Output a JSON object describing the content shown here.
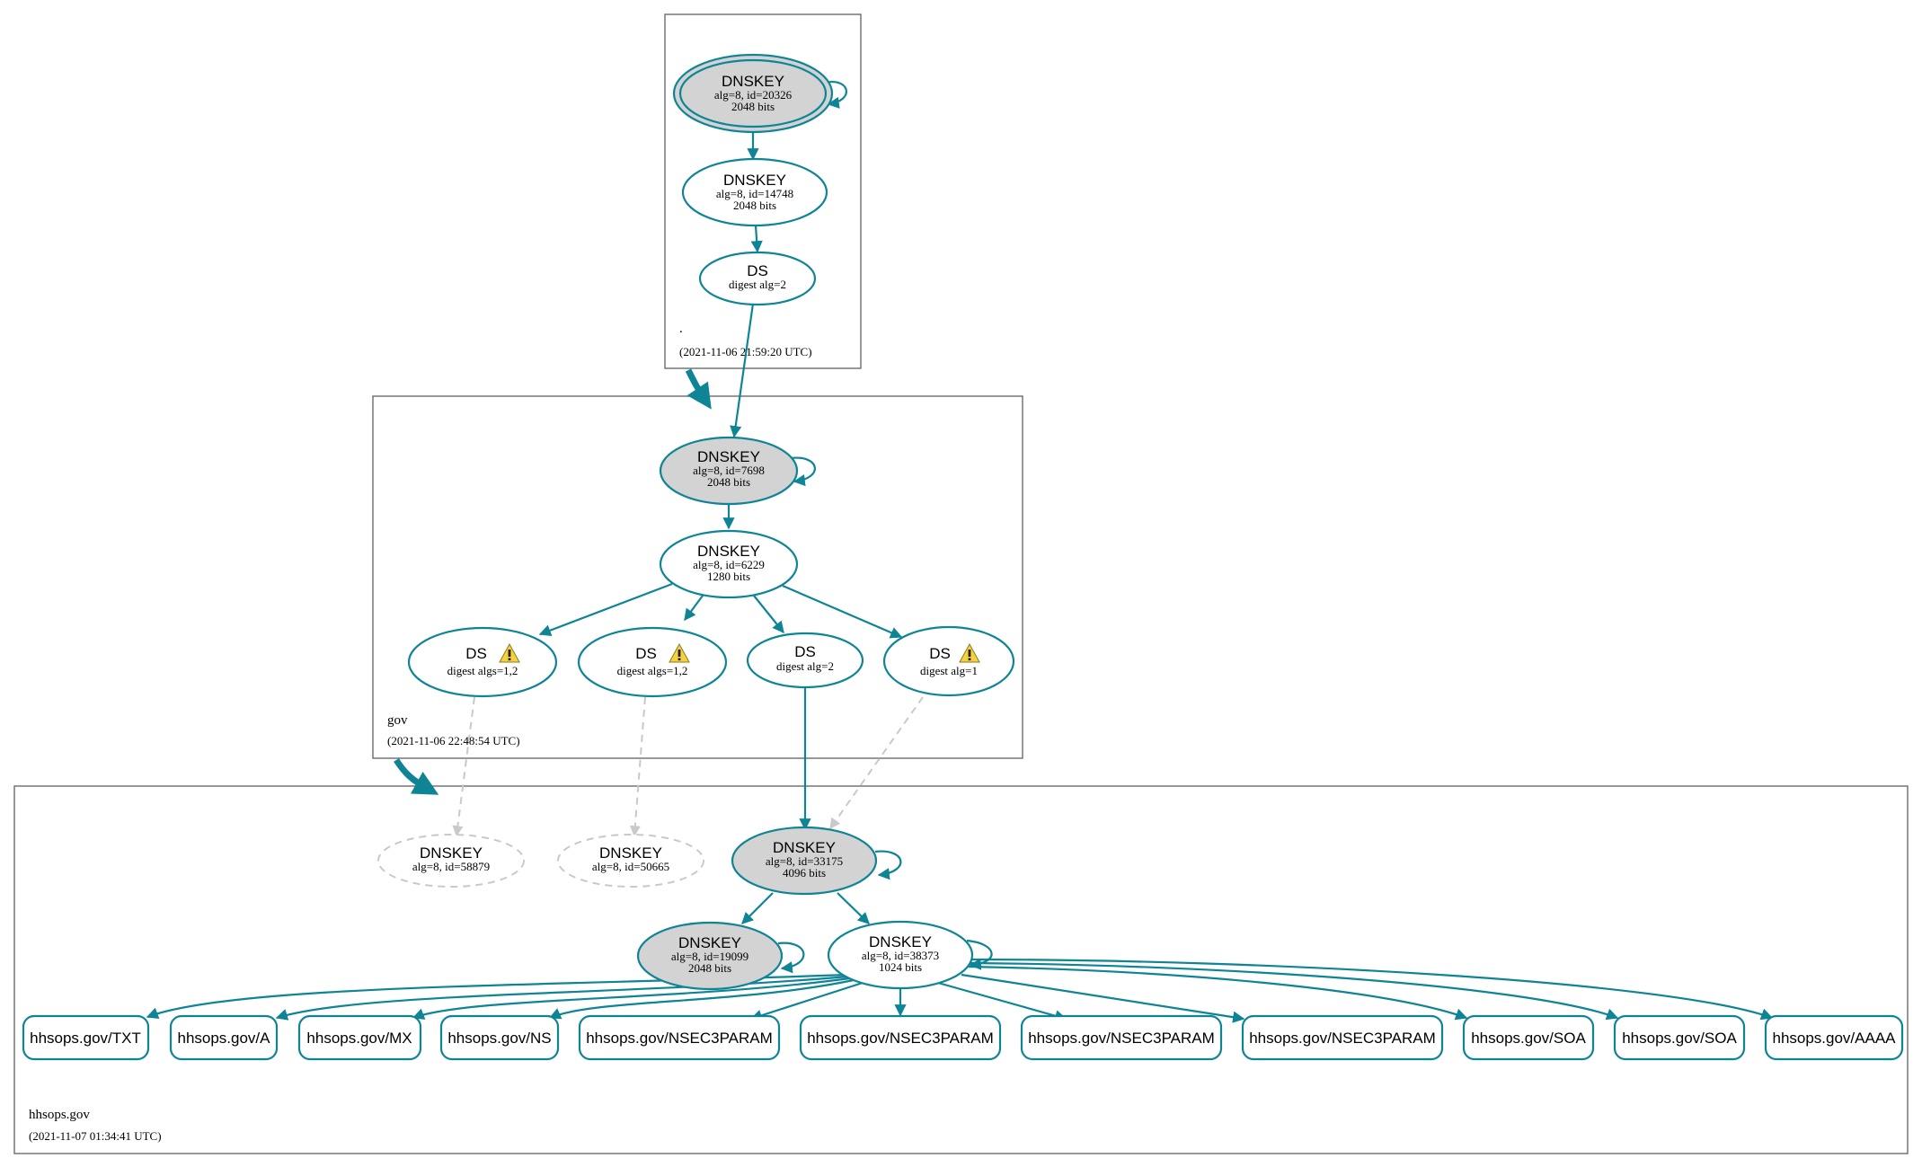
{
  "colors": {
    "edge": "#0e8495",
    "sep_fill": "#d3d3d3",
    "missing": "#c9c9c9",
    "warning": "#f5d142"
  },
  "zones": {
    "root": {
      "name": ".",
      "timestamp": "(2021-11-06 21:59:20 UTC)"
    },
    "gov": {
      "name": "gov",
      "timestamp": "(2021-11-06 22:48:54 UTC)"
    },
    "hhsops": {
      "name": "hhsops.gov",
      "timestamp": "(2021-11-07 01:34:41 UTC)"
    }
  },
  "nodes": {
    "root_ksk": {
      "title": "DNSKEY",
      "line1": "alg=8, id=20326",
      "line2": "2048 bits"
    },
    "root_zsk": {
      "title": "DNSKEY",
      "line1": "alg=8, id=14748",
      "line2": "2048 bits"
    },
    "root_ds": {
      "title": "DS",
      "line1": "digest alg=2"
    },
    "gov_ksk": {
      "title": "DNSKEY",
      "line1": "alg=8, id=7698",
      "line2": "2048 bits"
    },
    "gov_zsk": {
      "title": "DNSKEY",
      "line1": "alg=8, id=6229",
      "line2": "1280 bits"
    },
    "gov_ds1": {
      "title": "DS",
      "line1": "digest algs=1,2",
      "icon": "warning-icon"
    },
    "gov_ds2": {
      "title": "DS",
      "line1": "digest algs=1,2",
      "icon": "warning-icon"
    },
    "gov_ds3": {
      "title": "DS",
      "line1": "digest alg=2"
    },
    "gov_ds4": {
      "title": "DS",
      "line1": "digest alg=1",
      "icon": "warning-icon"
    },
    "hh_missing1": {
      "title": "DNSKEY",
      "line1": "alg=8, id=58879"
    },
    "hh_missing2": {
      "title": "DNSKEY",
      "line1": "alg=8, id=50665"
    },
    "hh_ksk": {
      "title": "DNSKEY",
      "line1": "alg=8, id=33175",
      "line2": "4096 bits"
    },
    "hh_sep2": {
      "title": "DNSKEY",
      "line1": "alg=8, id=19099",
      "line2": "2048 bits"
    },
    "hh_zsk": {
      "title": "DNSKEY",
      "line1": "alg=8, id=38373",
      "line2": "1024 bits"
    }
  },
  "rrsets": [
    "hhsops.gov/TXT",
    "hhsops.gov/A",
    "hhsops.gov/MX",
    "hhsops.gov/NS",
    "hhsops.gov/NSEC3PARAM",
    "hhsops.gov/NSEC3PARAM",
    "hhsops.gov/NSEC3PARAM",
    "hhsops.gov/NSEC3PARAM",
    "hhsops.gov/SOA",
    "hhsops.gov/SOA",
    "hhsops.gov/AAAA"
  ]
}
